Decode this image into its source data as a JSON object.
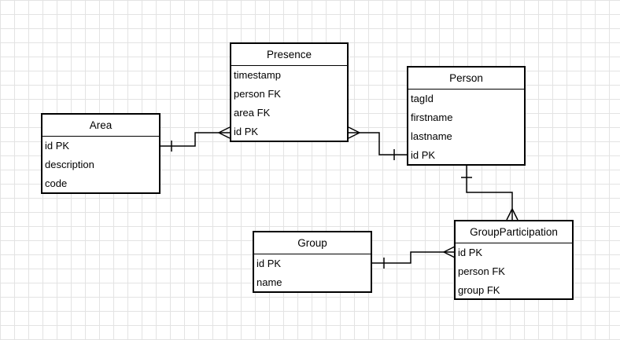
{
  "entities": {
    "presence": {
      "name": "Presence",
      "fields": [
        "timestamp",
        "person FK",
        "area FK",
        "id PK"
      ]
    },
    "person": {
      "name": "Person",
      "fields": [
        "tagId",
        "firstname",
        "lastname",
        "id PK"
      ]
    },
    "area": {
      "name": "Area",
      "fields": [
        "id PK",
        "description",
        "code"
      ]
    },
    "group": {
      "name": "Group",
      "fields": [
        "id PK",
        "name"
      ]
    },
    "group_participation": {
      "name": "GroupParticipation",
      "fields": [
        "id PK",
        "person FK",
        "group FK"
      ]
    }
  }
}
